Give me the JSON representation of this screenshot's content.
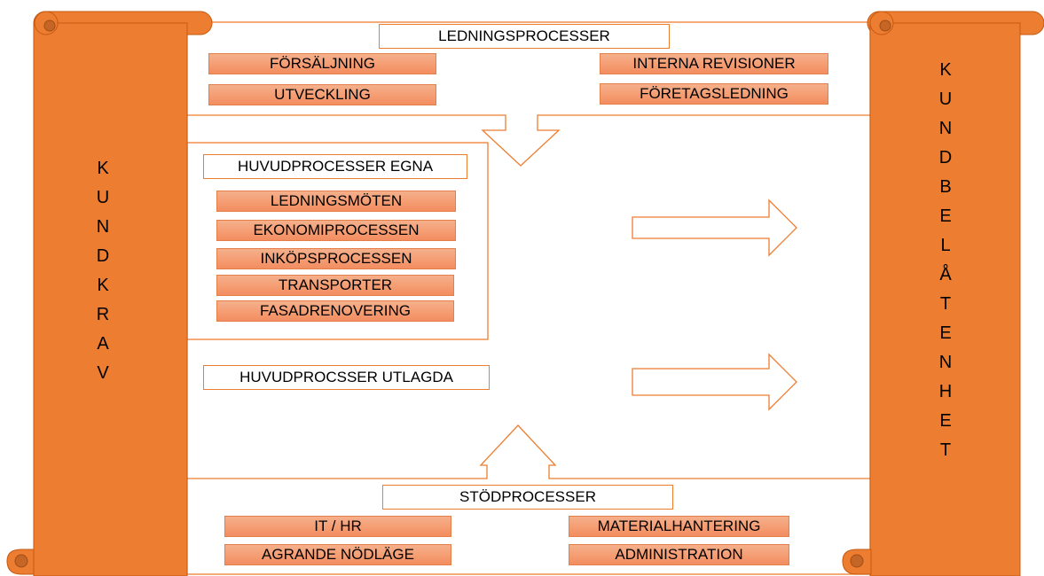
{
  "diagram": {
    "left_scroll": {
      "text": "KUNDKRAV"
    },
    "right_scroll": {
      "text": "KUNDBELÅTENHET"
    },
    "management": {
      "title": "LEDNINGSPROCESSER",
      "items": [
        "FÖRSÄLJNING",
        "UTVECKLING",
        "INTERNA REVISIONER",
        "FÖRETAGSLEDNING"
      ]
    },
    "core_own": {
      "title": "HUVUDPROCESSER EGNA",
      "items": [
        "LEDNINGSMÖTEN",
        "EKONOMIPROCESSEN",
        "INKÖPSPROCESSEN",
        "TRANSPORTER",
        "FASADRENOVERING"
      ]
    },
    "core_outsourced": {
      "title": "HUVUDPROCSSER UTLAGDA"
    },
    "support": {
      "title": "STÖDPROCESSER",
      "items": [
        "IT / HR",
        "AGRANDE NÖDLÄGE",
        "MATERIALHANTERING",
        "ADMINISTRATION"
      ]
    },
    "colors": {
      "scroll_fill": "#ed7d31",
      "scroll_stroke": "#c55a11",
      "item_fill": "#f5a37a",
      "border": "#ed7d31"
    }
  }
}
